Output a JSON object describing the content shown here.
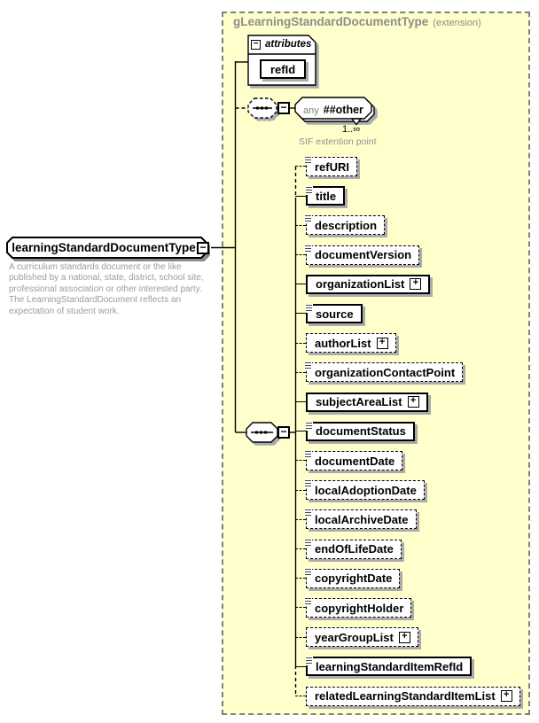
{
  "header": {
    "title": "gLearningStandardDocumentType",
    "suffix": "(extension)"
  },
  "root": {
    "label": "learningStandardDocumentType",
    "description": "A curriculum standards document or the like published by a national, state, district, school site, professional association or other interested party. The LearningStandardDocument reflects an expectation of student work."
  },
  "attributes_group": {
    "label": "attributes",
    "items": [
      {
        "label": "refId"
      }
    ]
  },
  "any_element": {
    "prefix": "any",
    "label": "##other",
    "occurrence": "1..∞",
    "note": "SIF extention point"
  },
  "icons": {
    "collapse": "−",
    "expand": "+"
  },
  "colors": {
    "container_fill": "#FFFFCC",
    "container_border": "#808080",
    "header_text": "#8C8C8C",
    "description_text": "#9C9C9C",
    "box_border": "#000000",
    "box_shadow": "#ABABAB"
  },
  "elements": [
    {
      "label": "refURI",
      "required": false,
      "expandable": false
    },
    {
      "label": "title",
      "required": true,
      "expandable": false
    },
    {
      "label": "description",
      "required": false,
      "expandable": false
    },
    {
      "label": "documentVersion",
      "required": false,
      "expandable": false
    },
    {
      "label": "organizationList",
      "required": true,
      "expandable": true
    },
    {
      "label": "source",
      "required": true,
      "expandable": false
    },
    {
      "label": "authorList",
      "required": false,
      "expandable": true
    },
    {
      "label": "organizationContactPoint",
      "required": false,
      "expandable": false
    },
    {
      "label": "subjectAreaList",
      "required": true,
      "expandable": true
    },
    {
      "label": "documentStatus",
      "required": true,
      "expandable": false
    },
    {
      "label": "documentDate",
      "required": false,
      "expandable": false
    },
    {
      "label": "localAdoptionDate",
      "required": false,
      "expandable": false
    },
    {
      "label": "localArchiveDate",
      "required": false,
      "expandable": false
    },
    {
      "label": "endOfLifeDate",
      "required": false,
      "expandable": false
    },
    {
      "label": "copyrightDate",
      "required": false,
      "expandable": false
    },
    {
      "label": "copyrightHolder",
      "required": false,
      "expandable": false
    },
    {
      "label": "yearGroupList",
      "required": false,
      "expandable": true
    },
    {
      "label": "learningStandardItemRefId",
      "required": true,
      "expandable": false
    },
    {
      "label": "relatedLearningStandardItemList",
      "required": false,
      "expandable": true
    }
  ]
}
